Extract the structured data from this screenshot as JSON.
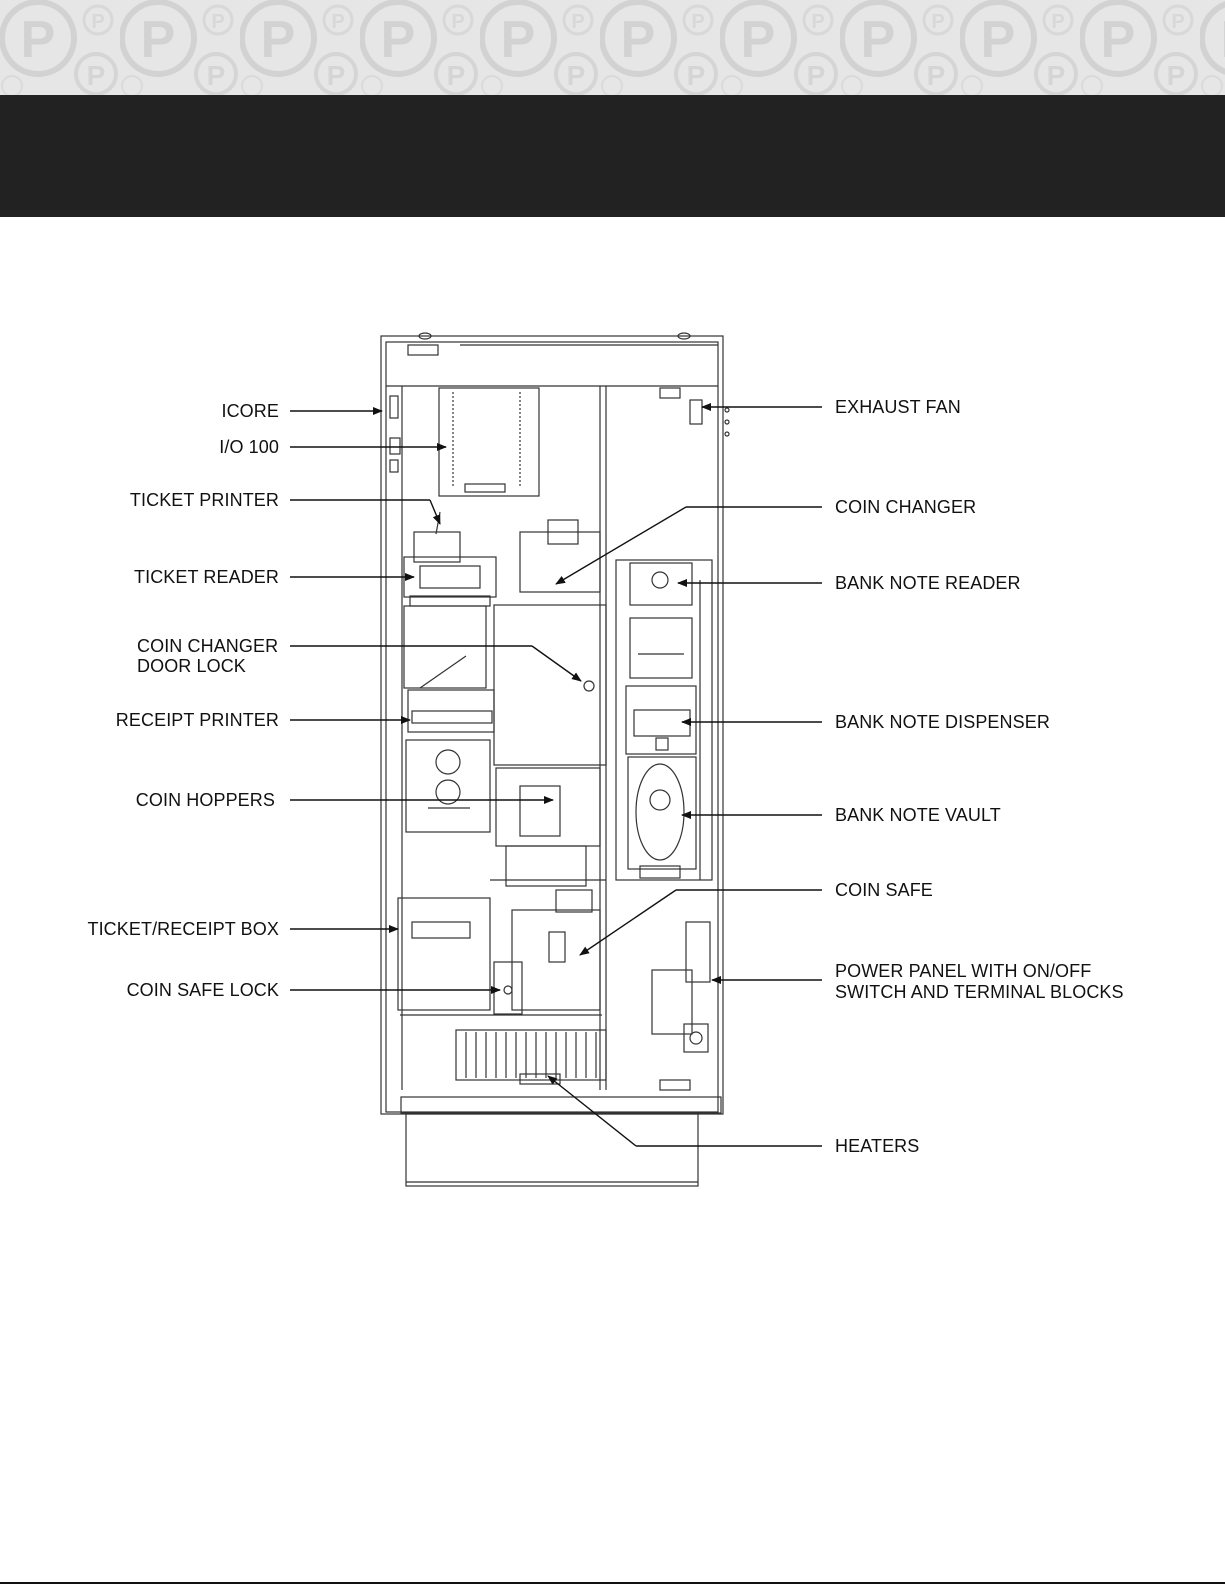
{
  "header": {
    "pattern_glyph": "P",
    "band_color": "#222222"
  },
  "labels": {
    "left": {
      "icore": "ICORE",
      "io100": "I/O 100",
      "ticket_printer": "TICKET PRINTER",
      "ticket_reader": "TICKET READER",
      "coin_changer_door_lock_1": "COIN CHANGER",
      "coin_changer_door_lock_2": "DOOR LOCK",
      "receipt_printer": "RECEIPT PRINTER",
      "coin_hoppers": "COIN HOPPERS",
      "ticket_receipt_box": "TICKET/RECEIPT BOX",
      "coin_safe_lock": "COIN SAFE LOCK"
    },
    "right": {
      "exhaust_fan": "EXHAUST FAN",
      "coin_changer": "COIN CHANGER",
      "bank_note_reader": "BANK NOTE READER",
      "bank_note_dispenser": "BANK NOTE DISPENSER",
      "bank_note_vault": "BANK NOTE VAULT",
      "coin_safe": "COIN SAFE",
      "power_panel_1": "POWER PANEL WITH ON/OFF",
      "power_panel_2": "SWITCH AND TERMINAL BLOCKS",
      "heaters": "HEATERS"
    }
  }
}
